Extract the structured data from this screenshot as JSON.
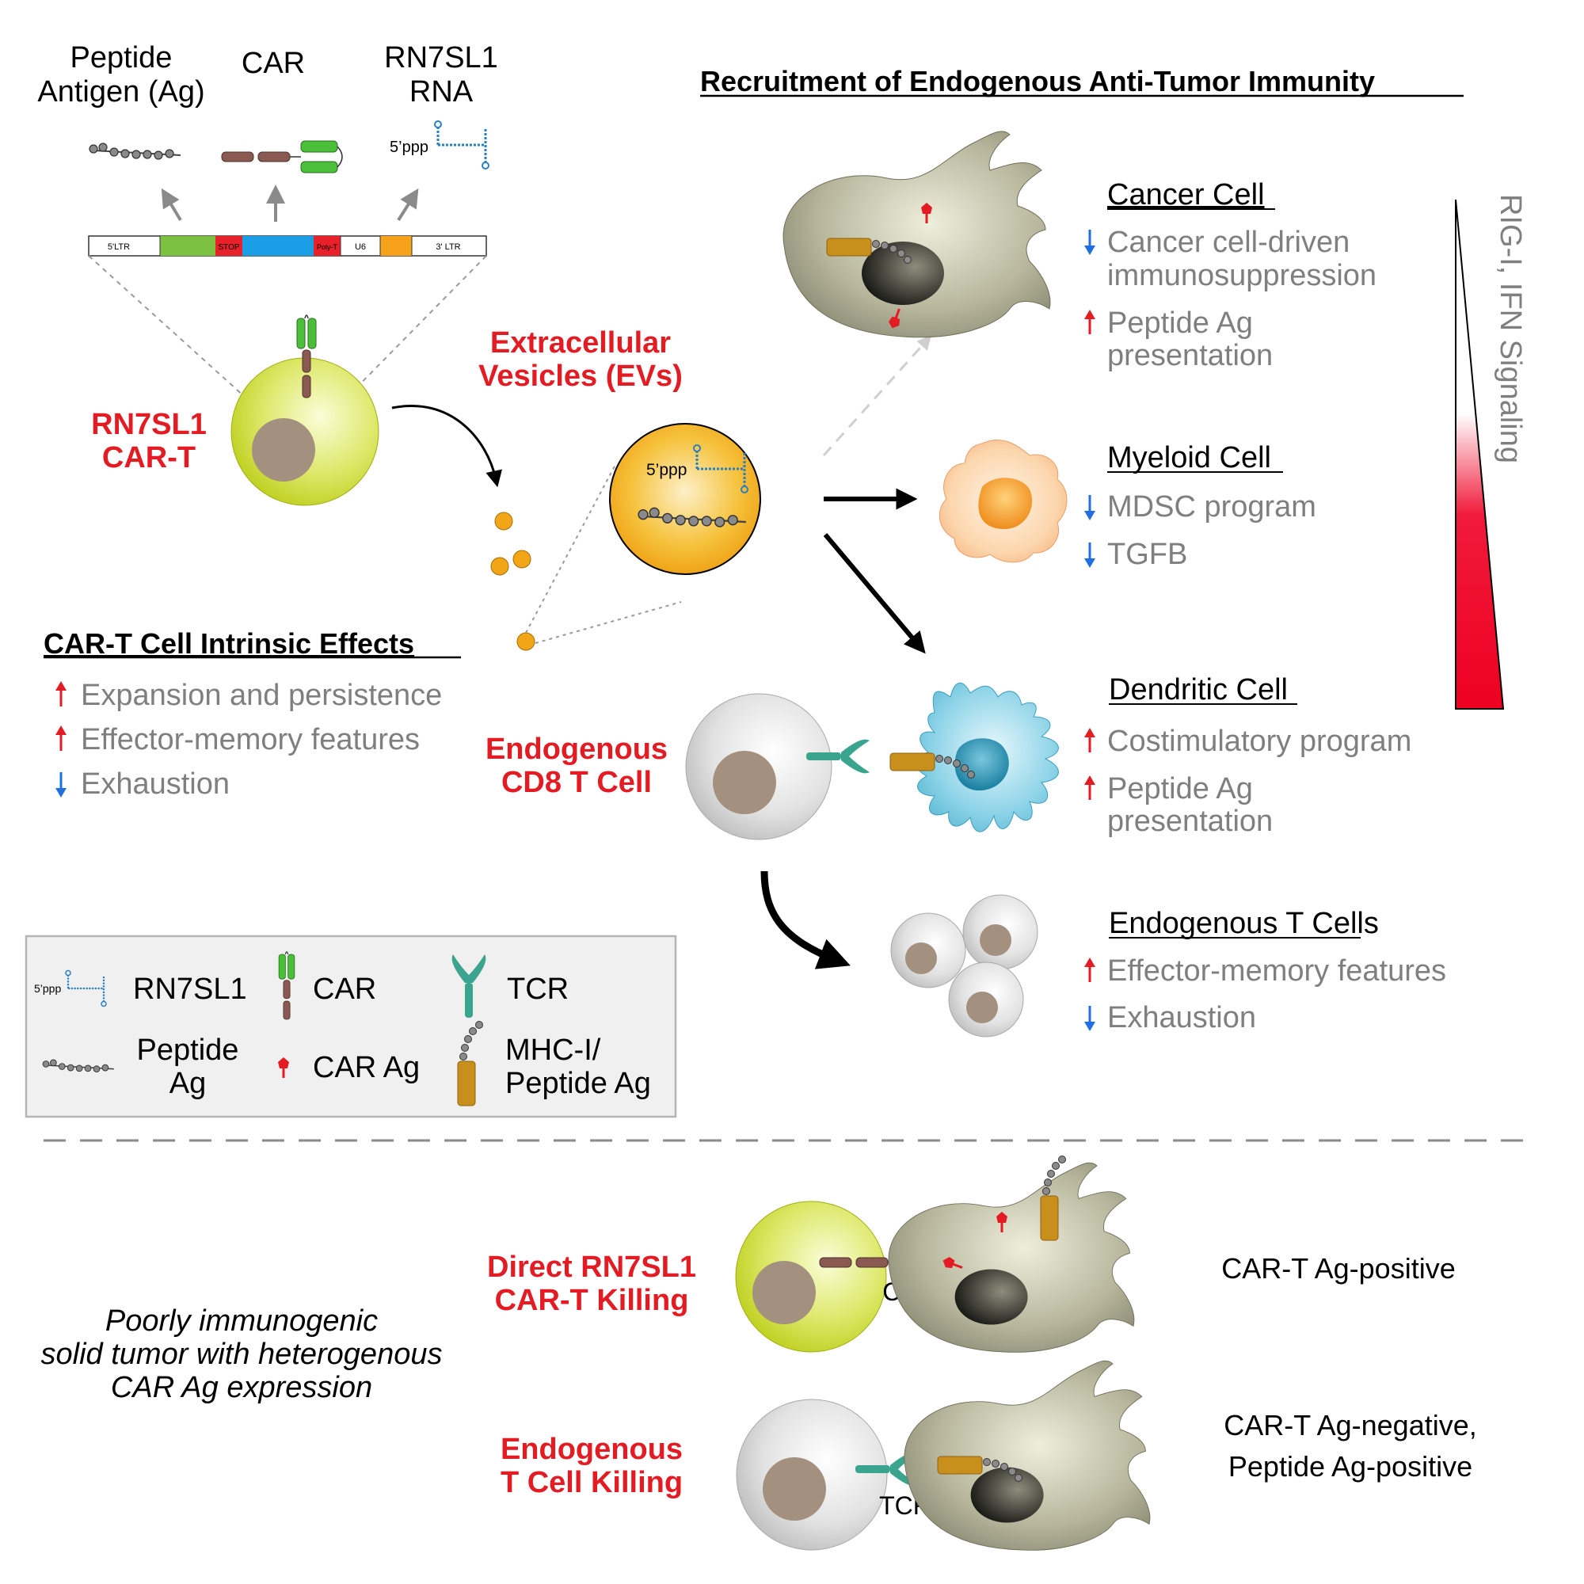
{
  "construct": {
    "labels": {
      "peptide_line1": "Peptide",
      "peptide_line2": "Antigen (Ag)",
      "car": "CAR",
      "rna_line1": "RN7SL1",
      "rna_line2": "RNA",
      "ppp": "5’ppp"
    },
    "segments": {
      "ltr5": "5'LTR",
      "stop": "STOP",
      "polyt": "Poly-T",
      "u6": "U6",
      "ltr3": "3' LTR"
    }
  },
  "cart": {
    "label_line1": "RN7SL1",
    "label_line2": "CAR-T"
  },
  "evs": {
    "label_line1": "Extracellular",
    "label_line2": "Vesicles (EVs)",
    "ppp": "5’ppp"
  },
  "intrinsic": {
    "title": "CAR-T Cell Intrinsic Effects",
    "items": [
      {
        "dir": "up",
        "text": "Expansion and persistence"
      },
      {
        "dir": "up",
        "text": "Effector-memory features"
      },
      {
        "dir": "down",
        "text": "Exhaustion"
      }
    ]
  },
  "recruitment": {
    "title": "Recruitment of Endogenous Anti-Tumor Immunity",
    "gradient_label": "RIG-I, IFN Signaling"
  },
  "cancer_cell": {
    "title": "Cancer Cell",
    "items": [
      {
        "dir": "down",
        "line1": "Cancer cell-driven",
        "line2": "immunosuppression"
      },
      {
        "dir": "up",
        "line1": "Peptide Ag",
        "line2": "presentation"
      }
    ]
  },
  "myeloid_cell": {
    "title": "Myeloid Cell",
    "items": [
      {
        "dir": "down",
        "text": "MDSC program"
      },
      {
        "dir": "down",
        "text": "TGFB"
      }
    ]
  },
  "dendritic_cell": {
    "title": "Dendritic Cell",
    "items": [
      {
        "dir": "up",
        "line1": "Costimulatory program"
      },
      {
        "dir": "up",
        "line1": "Peptide Ag",
        "line2": "presentation"
      }
    ]
  },
  "cd8": {
    "label_line1": "Endogenous",
    "label_line2": "CD8 T Cell"
  },
  "endogenous_t": {
    "title": "Endogenous T Cells",
    "items": [
      {
        "dir": "up",
        "text": "Effector-memory features"
      },
      {
        "dir": "down",
        "text": "Exhaustion"
      }
    ]
  },
  "legend": {
    "ppp": "5’ppp",
    "rn7sl1": "RN7SL1",
    "car": "CAR",
    "tcr": "TCR",
    "peptide_line1": "Peptide",
    "peptide_line2": "Ag",
    "car_ag": "CAR Ag",
    "mhc_line1": "MHC-I/",
    "mhc_line2": "Peptide Ag"
  },
  "bottom": {
    "tumor_line1": "Poorly immunogenic",
    "tumor_line2": "solid tumor with heterogenous",
    "tumor_line3": "CAR Ag expression",
    "direct_line1": "Direct RN7SL1",
    "direct_line2": "CAR-T Killing",
    "endo_line1": "Endogenous",
    "endo_line2": "T Cell Killing",
    "car_label": "CAR",
    "tcr_label": "TCR",
    "outcome1": "CAR-T Ag-positive",
    "outcome2_line1": "CAR-T Ag-negative,",
    "outcome2_line2": "Peptide Ag-positive"
  },
  "colors": {
    "red": "#e31b23",
    "blue": "#1f6fe0",
    "grey_text": "#7f7f7f",
    "cart_yellow": "#c9da1e",
    "ev_orange": "#f2a516",
    "car_green": "#4bbf3a",
    "car_brown": "#8a5a52",
    "rna_blue": "#2a7fc1",
    "tcr_teal": "#3aa48f",
    "mhc_gold": "#c98f1c",
    "dc_blue": "#7ccbe0",
    "myeloid_peach": "#fbd2a8"
  }
}
